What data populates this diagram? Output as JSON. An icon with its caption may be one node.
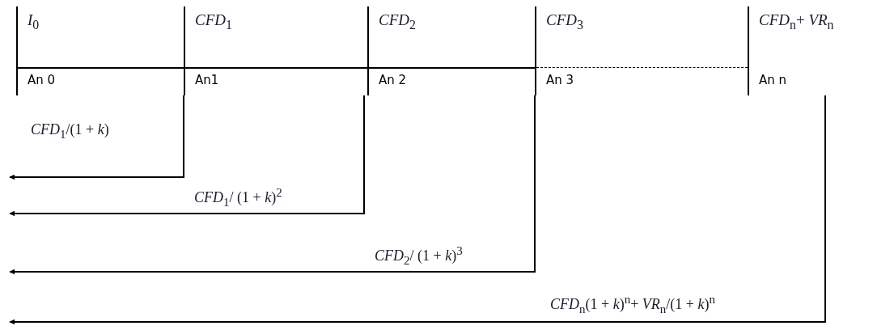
{
  "diagram": {
    "nodes": [
      {
        "text": [
          "*I*$_{0}$",
          "An 0"
        ]
      },
      {
        "text": [
          "*CFD*$_{1}$",
          "An1"
        ]
      },
      {
        "text": [
          "*CFD*$_{2}$",
          "An 2"
        ]
      },
      {
        "text": [
          "*CFD*$_{3}$",
          "An 3"
        ]
      },
      {
        "text": [
          "*CFD*$_{n}$+ *VR*$_{n}$",
          "An n"
        ]
      }
    ],
    "edges": [
      {
        "from": 1,
        "to": null,
        "arrow": "to",
        "label": "*CFD*$_{1}$/(1 + *k*)"
      },
      {
        "from": 2,
        "to": null,
        "arrow": "to",
        "label": "*CFD*$_{1}$/ (1 + *k*)$^{2}$"
      },
      {
        "from": 3,
        "to": null,
        "arrow": "to",
        "label": "*CFD*$_{2}$/ (1 + *k*)$^{3}$"
      },
      {
        "from": 4,
        "to": null,
        "arrow": "to",
        "label": "*CFD*$_{n}$(1 + *k*)$^{n}$+ *VR*$_{n}$/(1 + *k*)$^{n}$"
      }
    ]
  }
}
